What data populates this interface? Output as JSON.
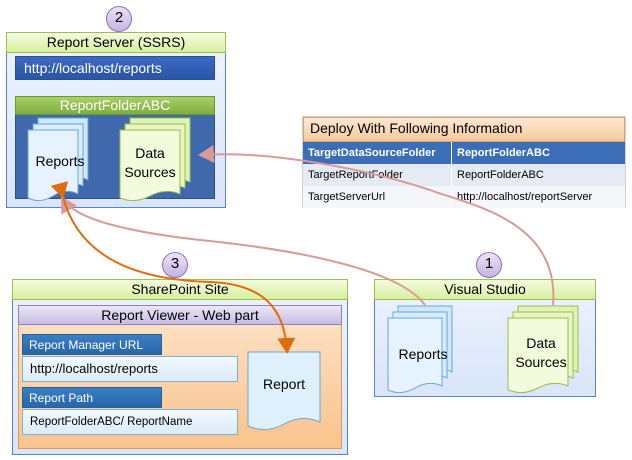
{
  "ssrs": {
    "badge": "2",
    "title": "Report Server (SSRS)",
    "url": "http://localhost/reports",
    "folder_title": "ReportFolderABC",
    "reports_label": "Reports",
    "datasources_label": "Data\nSources"
  },
  "deploy": {
    "title": "Deploy With Following Information",
    "rows": [
      {
        "key": "TargetDataSourceFolder",
        "value": "ReportFolderABC"
      },
      {
        "key": "TargetReportFolder",
        "value": "ReportFolderABC"
      },
      {
        "key": "TargetServerUrl",
        "value": "http://localhost/reportServer"
      }
    ]
  },
  "sharepoint": {
    "badge": "3",
    "title": "SharePoint Site",
    "viewer_title": "Report Viewer - Web part",
    "manager_url_label": "Report Manager URL",
    "manager_url_value": "http://localhost/reports",
    "report_path_label": "Report Path",
    "report_path_value": "ReportFolderABC/ ReportName",
    "report_label": "Report"
  },
  "visual_studio": {
    "badge": "1",
    "title": "Visual Studio",
    "reports_label": "Reports",
    "datasources_label": "Data\nSources"
  },
  "colors": {
    "connector_pink": "#d99a9a",
    "connector_orange": "#e36c0a",
    "doc_blue": "#cfe7fb",
    "doc_green": "#e9f6c4"
  }
}
